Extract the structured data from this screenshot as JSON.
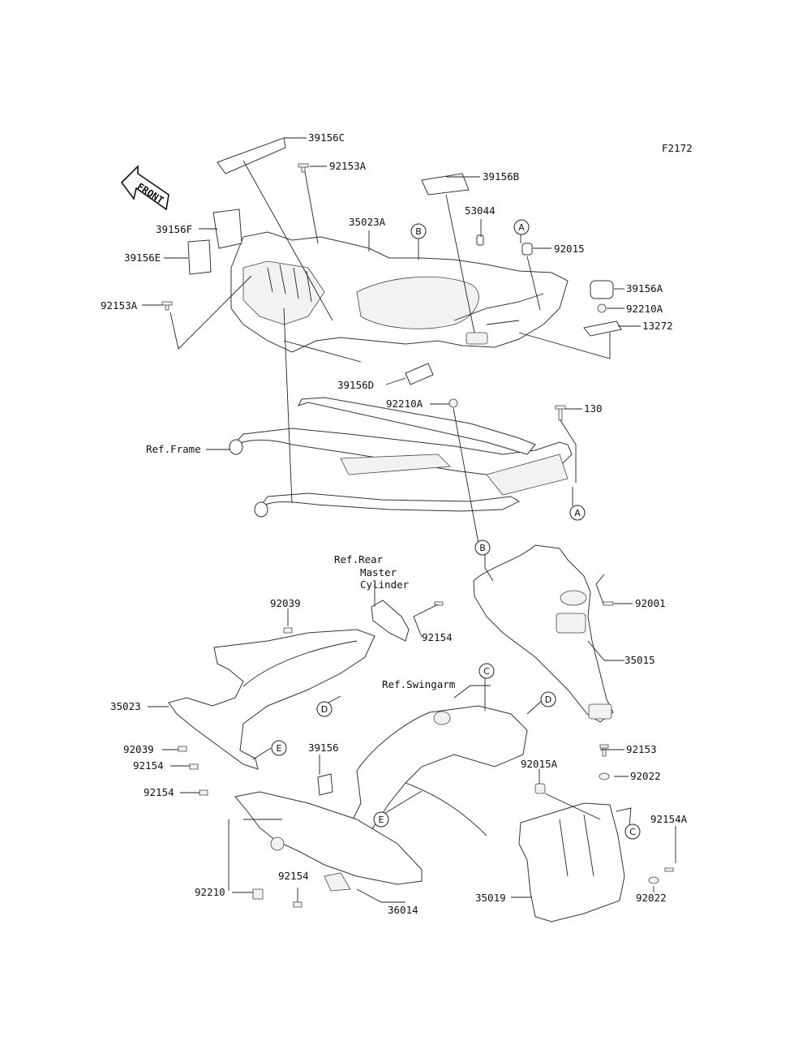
{
  "figure_code": "F2172",
  "front_label": "FRONT",
  "callouts": [
    "A",
    "B",
    "C",
    "D",
    "E"
  ],
  "parts": {
    "p39156C": "39156C",
    "p92153A_top": "92153A",
    "p39156B": "39156B",
    "p35023A": "35023A",
    "p53044": "53044",
    "p92015": "92015",
    "p39156F": "39156F",
    "p39156E": "39156E",
    "p92153A_left": "92153A",
    "p39156A": "39156A",
    "p92210A_right": "92210A",
    "p13272": "13272",
    "p39156D": "39156D",
    "p92210A_mid": "92210A",
    "p130": "130",
    "p92001": "92001",
    "p92039_top": "92039",
    "p92154_mid": "92154",
    "p35015": "35015",
    "p35023": "35023",
    "p92039_left": "92039",
    "p92154_l1": "92154",
    "p92154_l2": "92154",
    "p39156": "39156",
    "p92153": "92153",
    "p92015A": "92015A",
    "p92022_top": "92022",
    "p92154A": "92154A",
    "p92022_bot": "92022",
    "p92210": "92210",
    "p92154_bot": "92154",
    "p36014": "36014",
    "p35019": "35019"
  },
  "references": {
    "frame": "Ref.Frame",
    "rear_master_l1": "Ref.Rear",
    "rear_master_l2": "Master",
    "rear_master_l3": "Cylinder",
    "swingarm": "Ref.Swingarm"
  }
}
